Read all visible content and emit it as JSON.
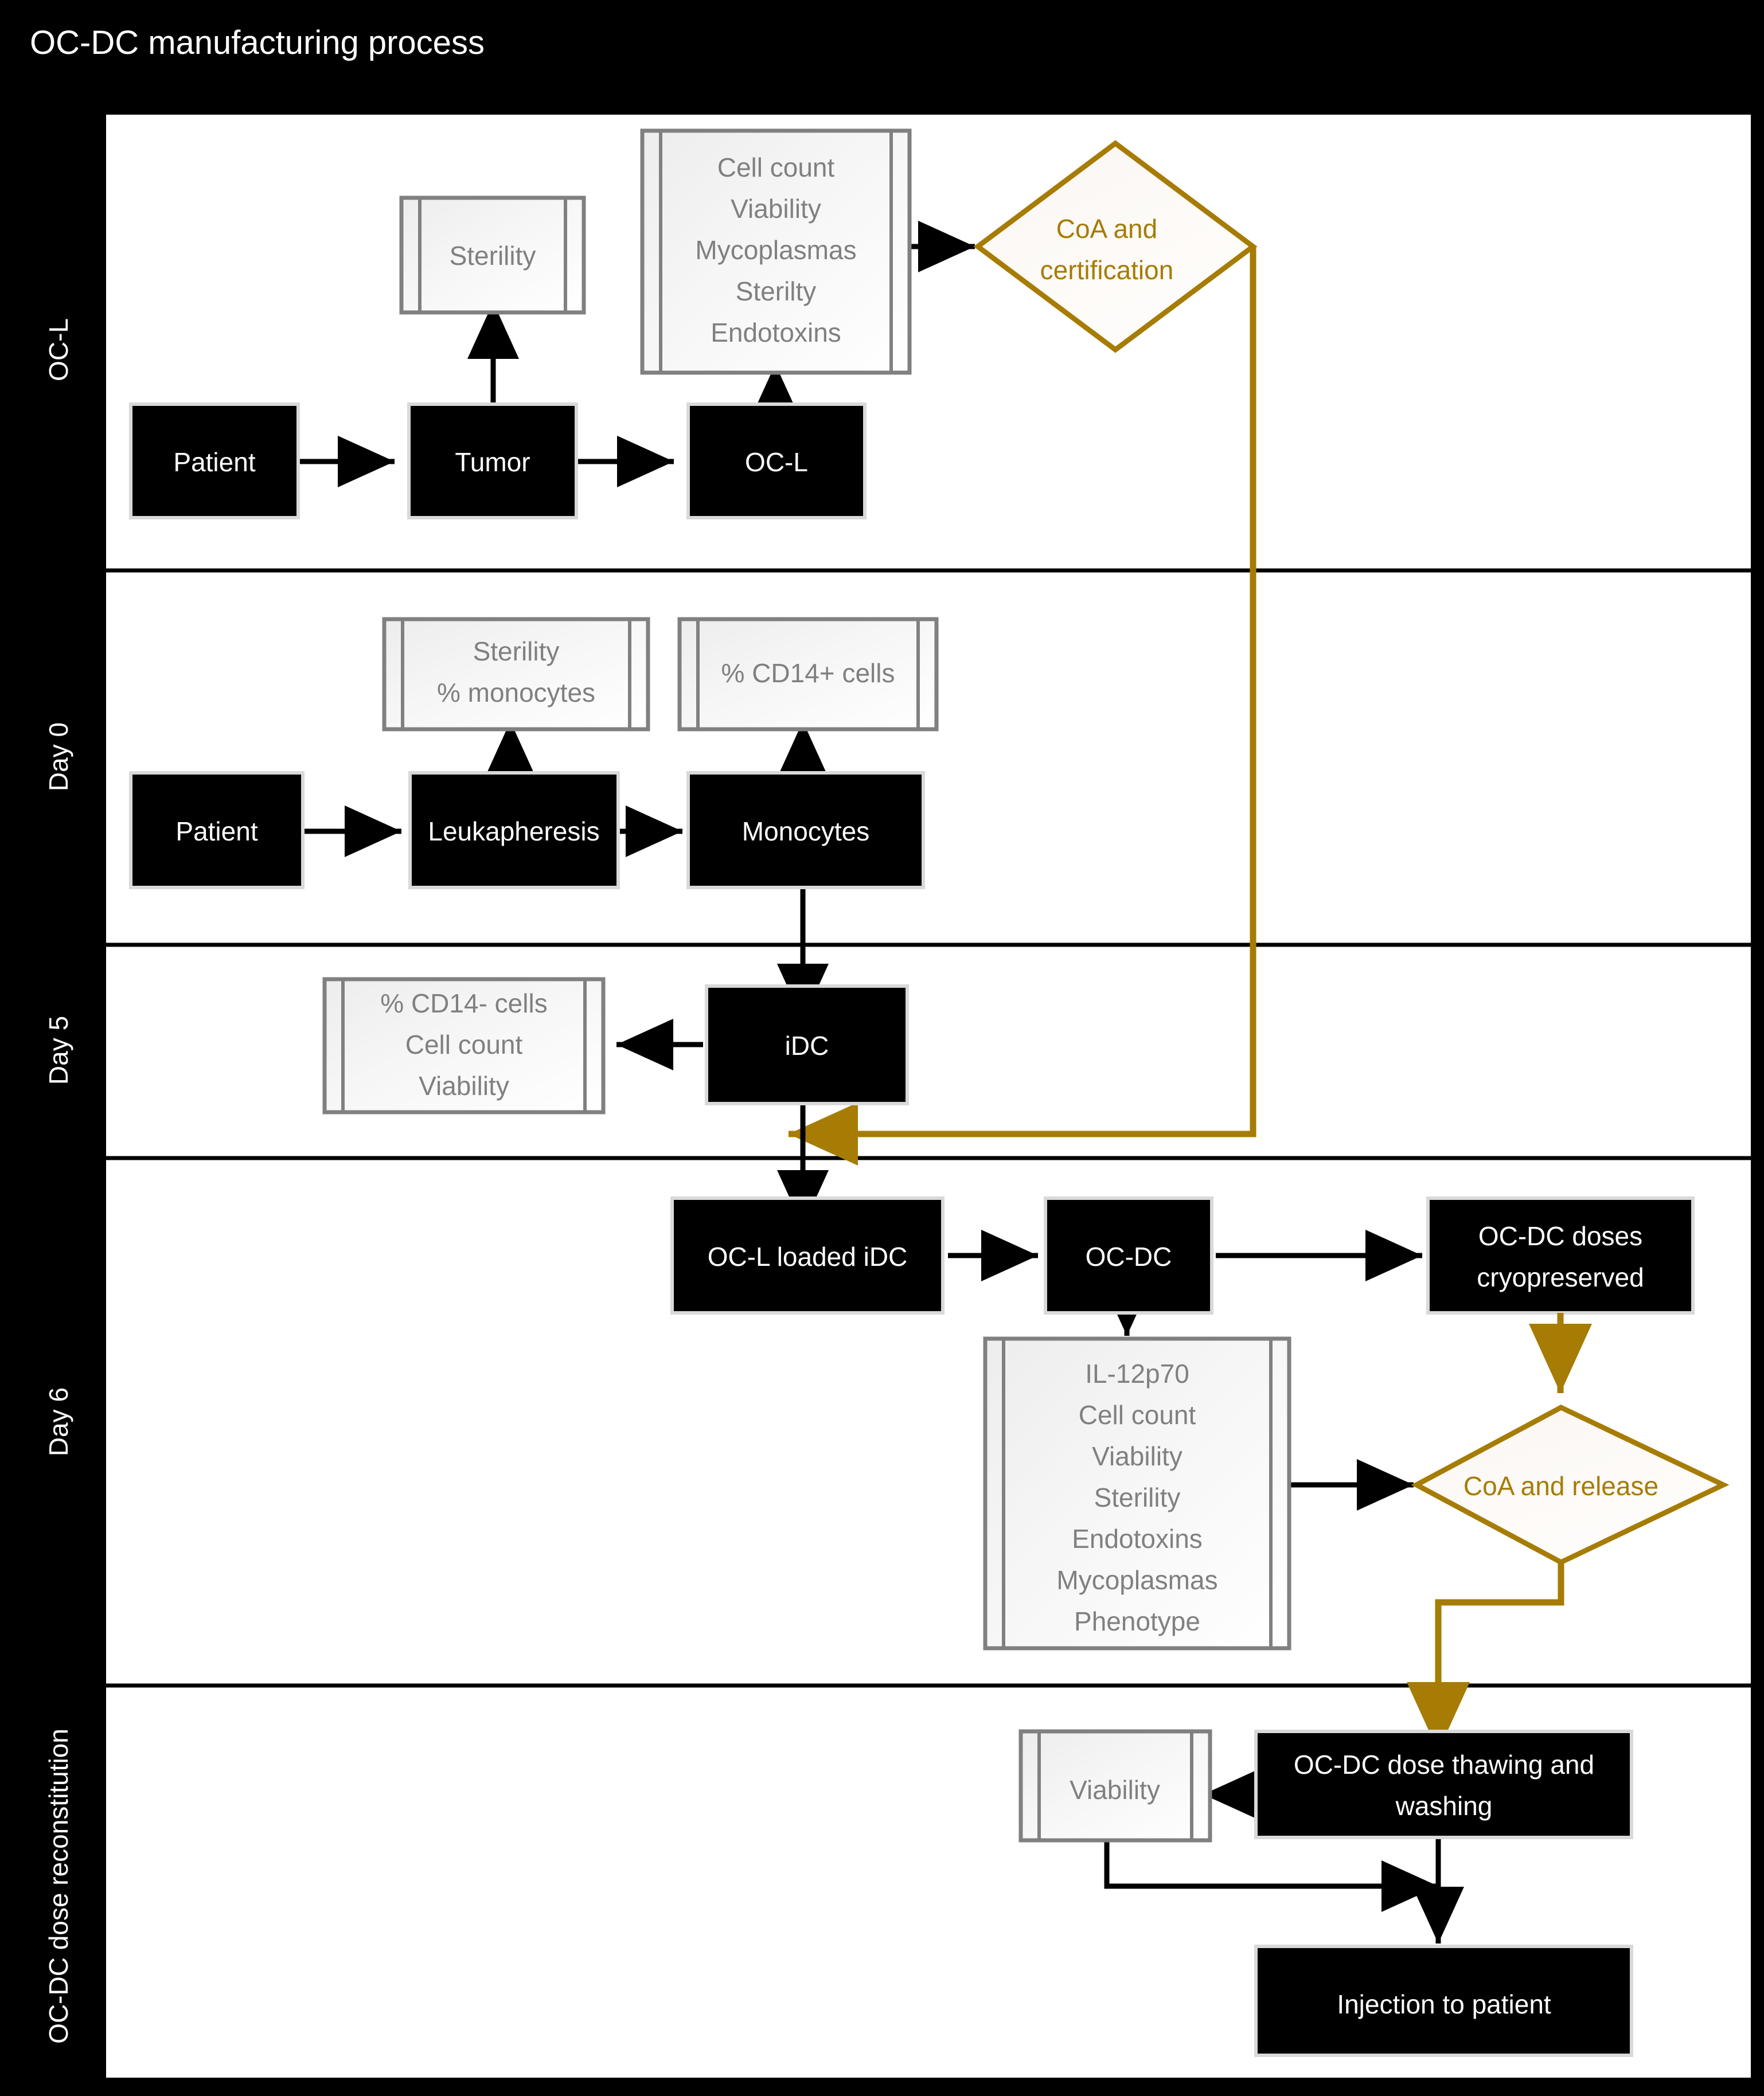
{
  "title": "OC-DC manufacturing process",
  "colors": {
    "background": "#000000",
    "canvas": "#ffffff",
    "process_fill": "#000000",
    "process_text": "#ffffff",
    "qc_border": "#808080",
    "qc_text": "#808080",
    "qc_fill": "#f7f7f7",
    "decision_accent": "#A67C04",
    "connector": "#000000"
  },
  "swimlanes": [
    {
      "id": "oc-l",
      "label": "OC-L"
    },
    {
      "id": "day-0",
      "label": "Day 0"
    },
    {
      "id": "day-5",
      "label": "Day 5"
    },
    {
      "id": "day-6",
      "label": "Day 6"
    },
    {
      "id": "reconstitution",
      "label": "OC-DC dose reconstitution"
    }
  ],
  "nodes": {
    "oc_l": {
      "patient": {
        "label": "Patient",
        "type": "process"
      },
      "tumor": {
        "label": "Tumor",
        "type": "process"
      },
      "ocl": {
        "label": "OC-L",
        "type": "process"
      },
      "qc_sterility": {
        "type": "qc",
        "lines": [
          "Sterility"
        ]
      },
      "qc_ocl": {
        "type": "qc",
        "lines": [
          "Cell count",
          "Viability",
          "Mycoplasmas",
          "Sterilty",
          "Endotoxins"
        ]
      },
      "decision": {
        "type": "decision",
        "lines": [
          "CoA and",
          "certification"
        ]
      }
    },
    "day_0": {
      "patient": {
        "label": "Patient",
        "type": "process"
      },
      "leukapheresis": {
        "label": "Leukapheresis",
        "type": "process"
      },
      "monocytes": {
        "label": "Monocytes",
        "type": "process"
      },
      "qc_leuka": {
        "type": "qc",
        "lines": [
          "Sterility",
          "% monocytes"
        ]
      },
      "qc_mono": {
        "type": "qc",
        "lines": [
          "% CD14+ cells"
        ]
      }
    },
    "day_5": {
      "idc": {
        "label": "iDC",
        "type": "process"
      },
      "qc_idc": {
        "type": "qc",
        "lines": [
          "% CD14- cells",
          "Cell count",
          "Viability"
        ]
      }
    },
    "day_6": {
      "loaded_idc": {
        "label": "OC-L loaded iDC",
        "type": "process"
      },
      "ocdc": {
        "label": "OC-DC",
        "type": "process"
      },
      "cryo": {
        "type": "process",
        "lines": [
          "OC-DC doses",
          "cryopreserved"
        ]
      },
      "qc_ocdc": {
        "type": "qc",
        "lines": [
          "IL-12p70",
          "Cell count",
          "Viability",
          "Sterility",
          "Endotoxins",
          "Mycoplasmas",
          "Phenotype"
        ]
      },
      "decision": {
        "type": "decision",
        "lines": [
          "CoA and release"
        ]
      }
    },
    "reconstitution": {
      "thawing": {
        "type": "process",
        "lines": [
          "OC-DC dose thawing and",
          "washing"
        ]
      },
      "injection": {
        "label": "Injection to patient",
        "type": "process"
      },
      "qc_viability": {
        "type": "qc",
        "lines": [
          "Viability"
        ]
      }
    }
  }
}
